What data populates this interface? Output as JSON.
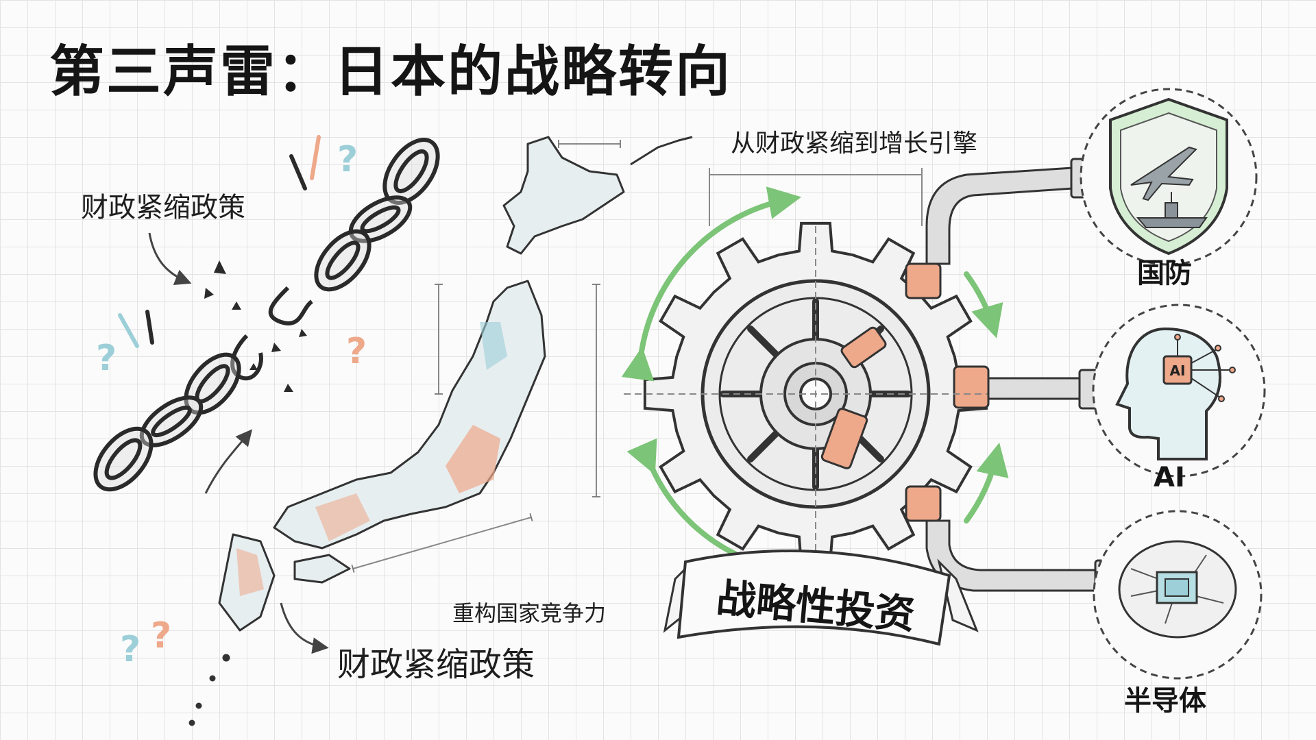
{
  "title": "第三声雷：日本的战略转向",
  "labels": {
    "chain_policy": "财政紧缩政策",
    "japan_policy": "财政紧缩政策",
    "competitiveness": "重构国家竞争力",
    "growth_engine": "从财政紧缩到增长引擎"
  },
  "banner": "战略性投资",
  "outputs": [
    {
      "label": "国防",
      "icon": "shield-jet-ship-icon"
    },
    {
      "label": "AI",
      "icon": "ai-head-icon",
      "chip_text": "AI"
    },
    {
      "label": "半导体",
      "icon": "semiconductor-chip-icon"
    }
  ],
  "colors": {
    "ink": "#1a1a1a",
    "salmon": "#eea88a",
    "teal": "#9ccfd8",
    "green": "#8fd08a"
  }
}
